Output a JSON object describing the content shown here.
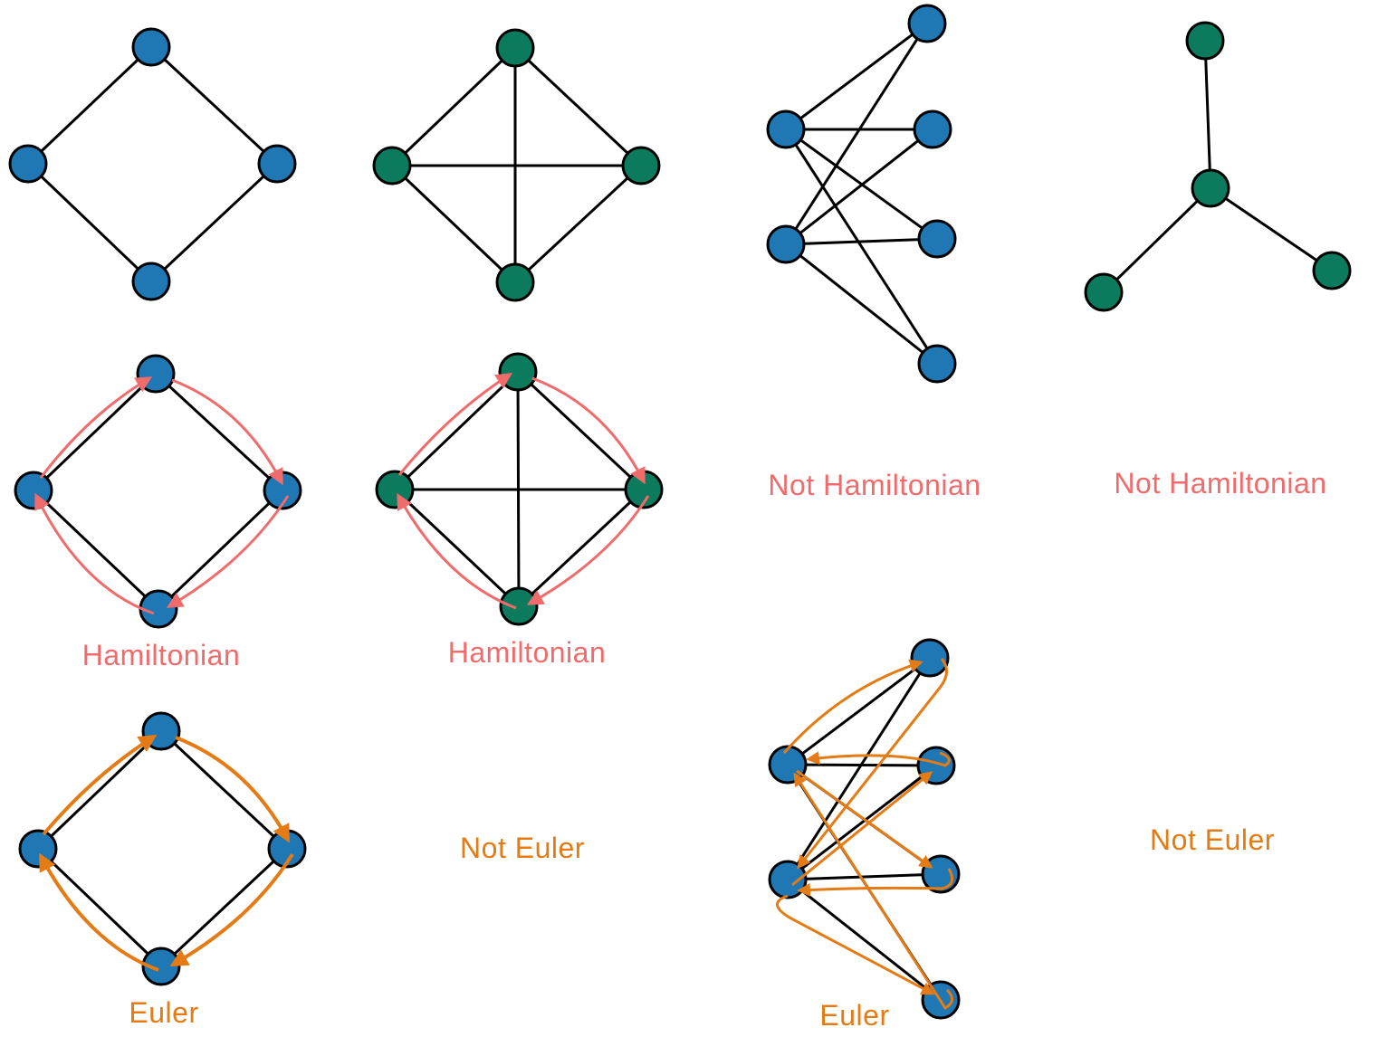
{
  "colors": {
    "blue_node": "#1f77b4",
    "green_node": "#0c7a5c",
    "edge": "#000000",
    "hamiltonian_path": "#f06b6b",
    "euler_path": "#e47b14"
  },
  "labels": {
    "c4_hamiltonian": "Hamiltonian",
    "k4_hamiltonian": "Hamiltonian",
    "bipartite_hamiltonian": "Not Hamiltonian",
    "star_hamiltonian": "Not Hamiltonian",
    "c4_euler": "Euler",
    "k4_euler": "Not Euler",
    "bipartite_euler": "Euler",
    "star_euler": "Not Euler"
  }
}
